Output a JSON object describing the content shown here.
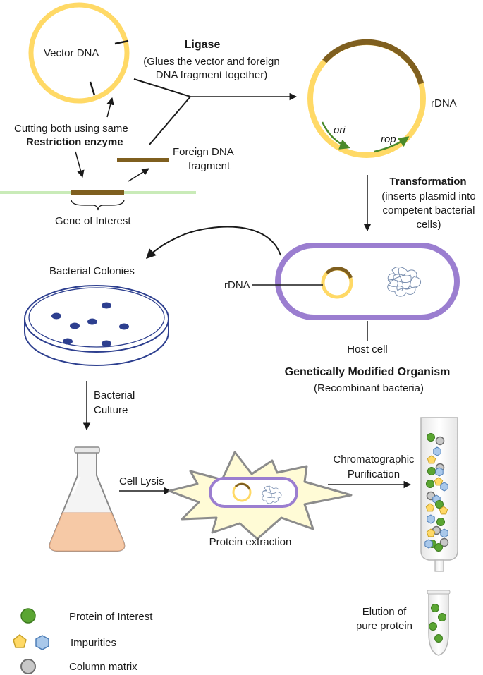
{
  "vector": {
    "label": "Vector DNA"
  },
  "cutting": {
    "line1": "Cutting both using same",
    "line2": "Restriction enzyme"
  },
  "foreign": {
    "line1": "Foreign DNA",
    "line2": "fragment"
  },
  "gene": {
    "label": "Gene of Interest"
  },
  "ligase": {
    "title": "Ligase",
    "line1": "(Glues the vector and foreign",
    "line2": "DNA fragment together)"
  },
  "rdna_top": {
    "label": "rDNA",
    "ori": "ori",
    "rop": "rop"
  },
  "transformation": {
    "title": "Transformation",
    "line1": "(inserts plasmid into",
    "line2": "competent bacterial",
    "line3": "cells)"
  },
  "cell": {
    "rdna_label": "rDNA",
    "host_label": "Host cell"
  },
  "gmo": {
    "title": "Genetically Modified Organism",
    "subtitle": "(Recombinant bacteria)"
  },
  "colonies": {
    "label": "Bacterial Colonies"
  },
  "culture": {
    "line1": "Bacterial",
    "line2": "Culture"
  },
  "lysis": {
    "label": "Cell Lysis"
  },
  "extraction": {
    "label": "Protein extraction"
  },
  "chromatography": {
    "line1": "Chromatographic",
    "line2": "Purification"
  },
  "elution": {
    "line1": "Elution of",
    "line2": "pure protein"
  },
  "legend": {
    "protein": "Protein of Interest",
    "impurities": "Impurities",
    "matrix": "Column matrix"
  },
  "colors": {
    "vector": "#FFD966",
    "insert": "#7F5F1F",
    "green": "#5AA532",
    "cell_border": "#9B7ED0",
    "colony": "#2D3F8F",
    "flask_liquid": "#F6C9A6",
    "gray": "#C8C8C8",
    "blue_hex": "#A9C8EA"
  }
}
